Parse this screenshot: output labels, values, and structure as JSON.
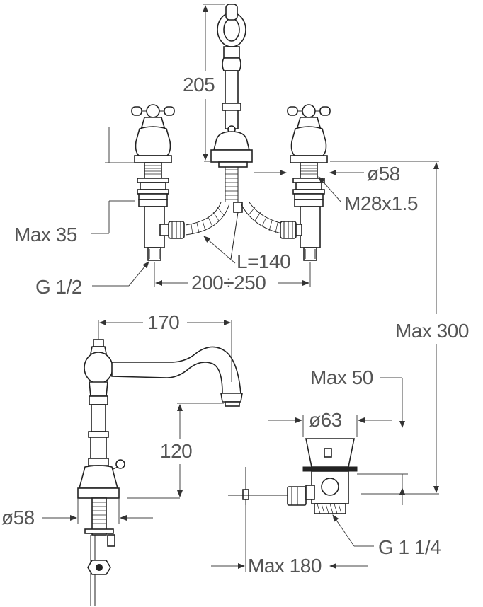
{
  "labels": {
    "spout_height": "205",
    "inlet_diameter": "ø58",
    "thread_size": "M28x1.5",
    "max_thickness": "Max 35",
    "hose_length": "L=140",
    "connection_thread": "G 1/2",
    "center_distance": "200÷250",
    "max_total_height": "Max 300",
    "spout_reach": "170",
    "max_50": "Max 50",
    "drain_diameter": "ø63",
    "spout_clearance": "120",
    "body_diameter": "ø58",
    "drain_thread": "G 1 1/4",
    "max_rod_length": "Max 180"
  },
  "colors": {
    "line": "#222222",
    "dimension": "#444444",
    "text": "#555555",
    "background": "#ffffff"
  }
}
